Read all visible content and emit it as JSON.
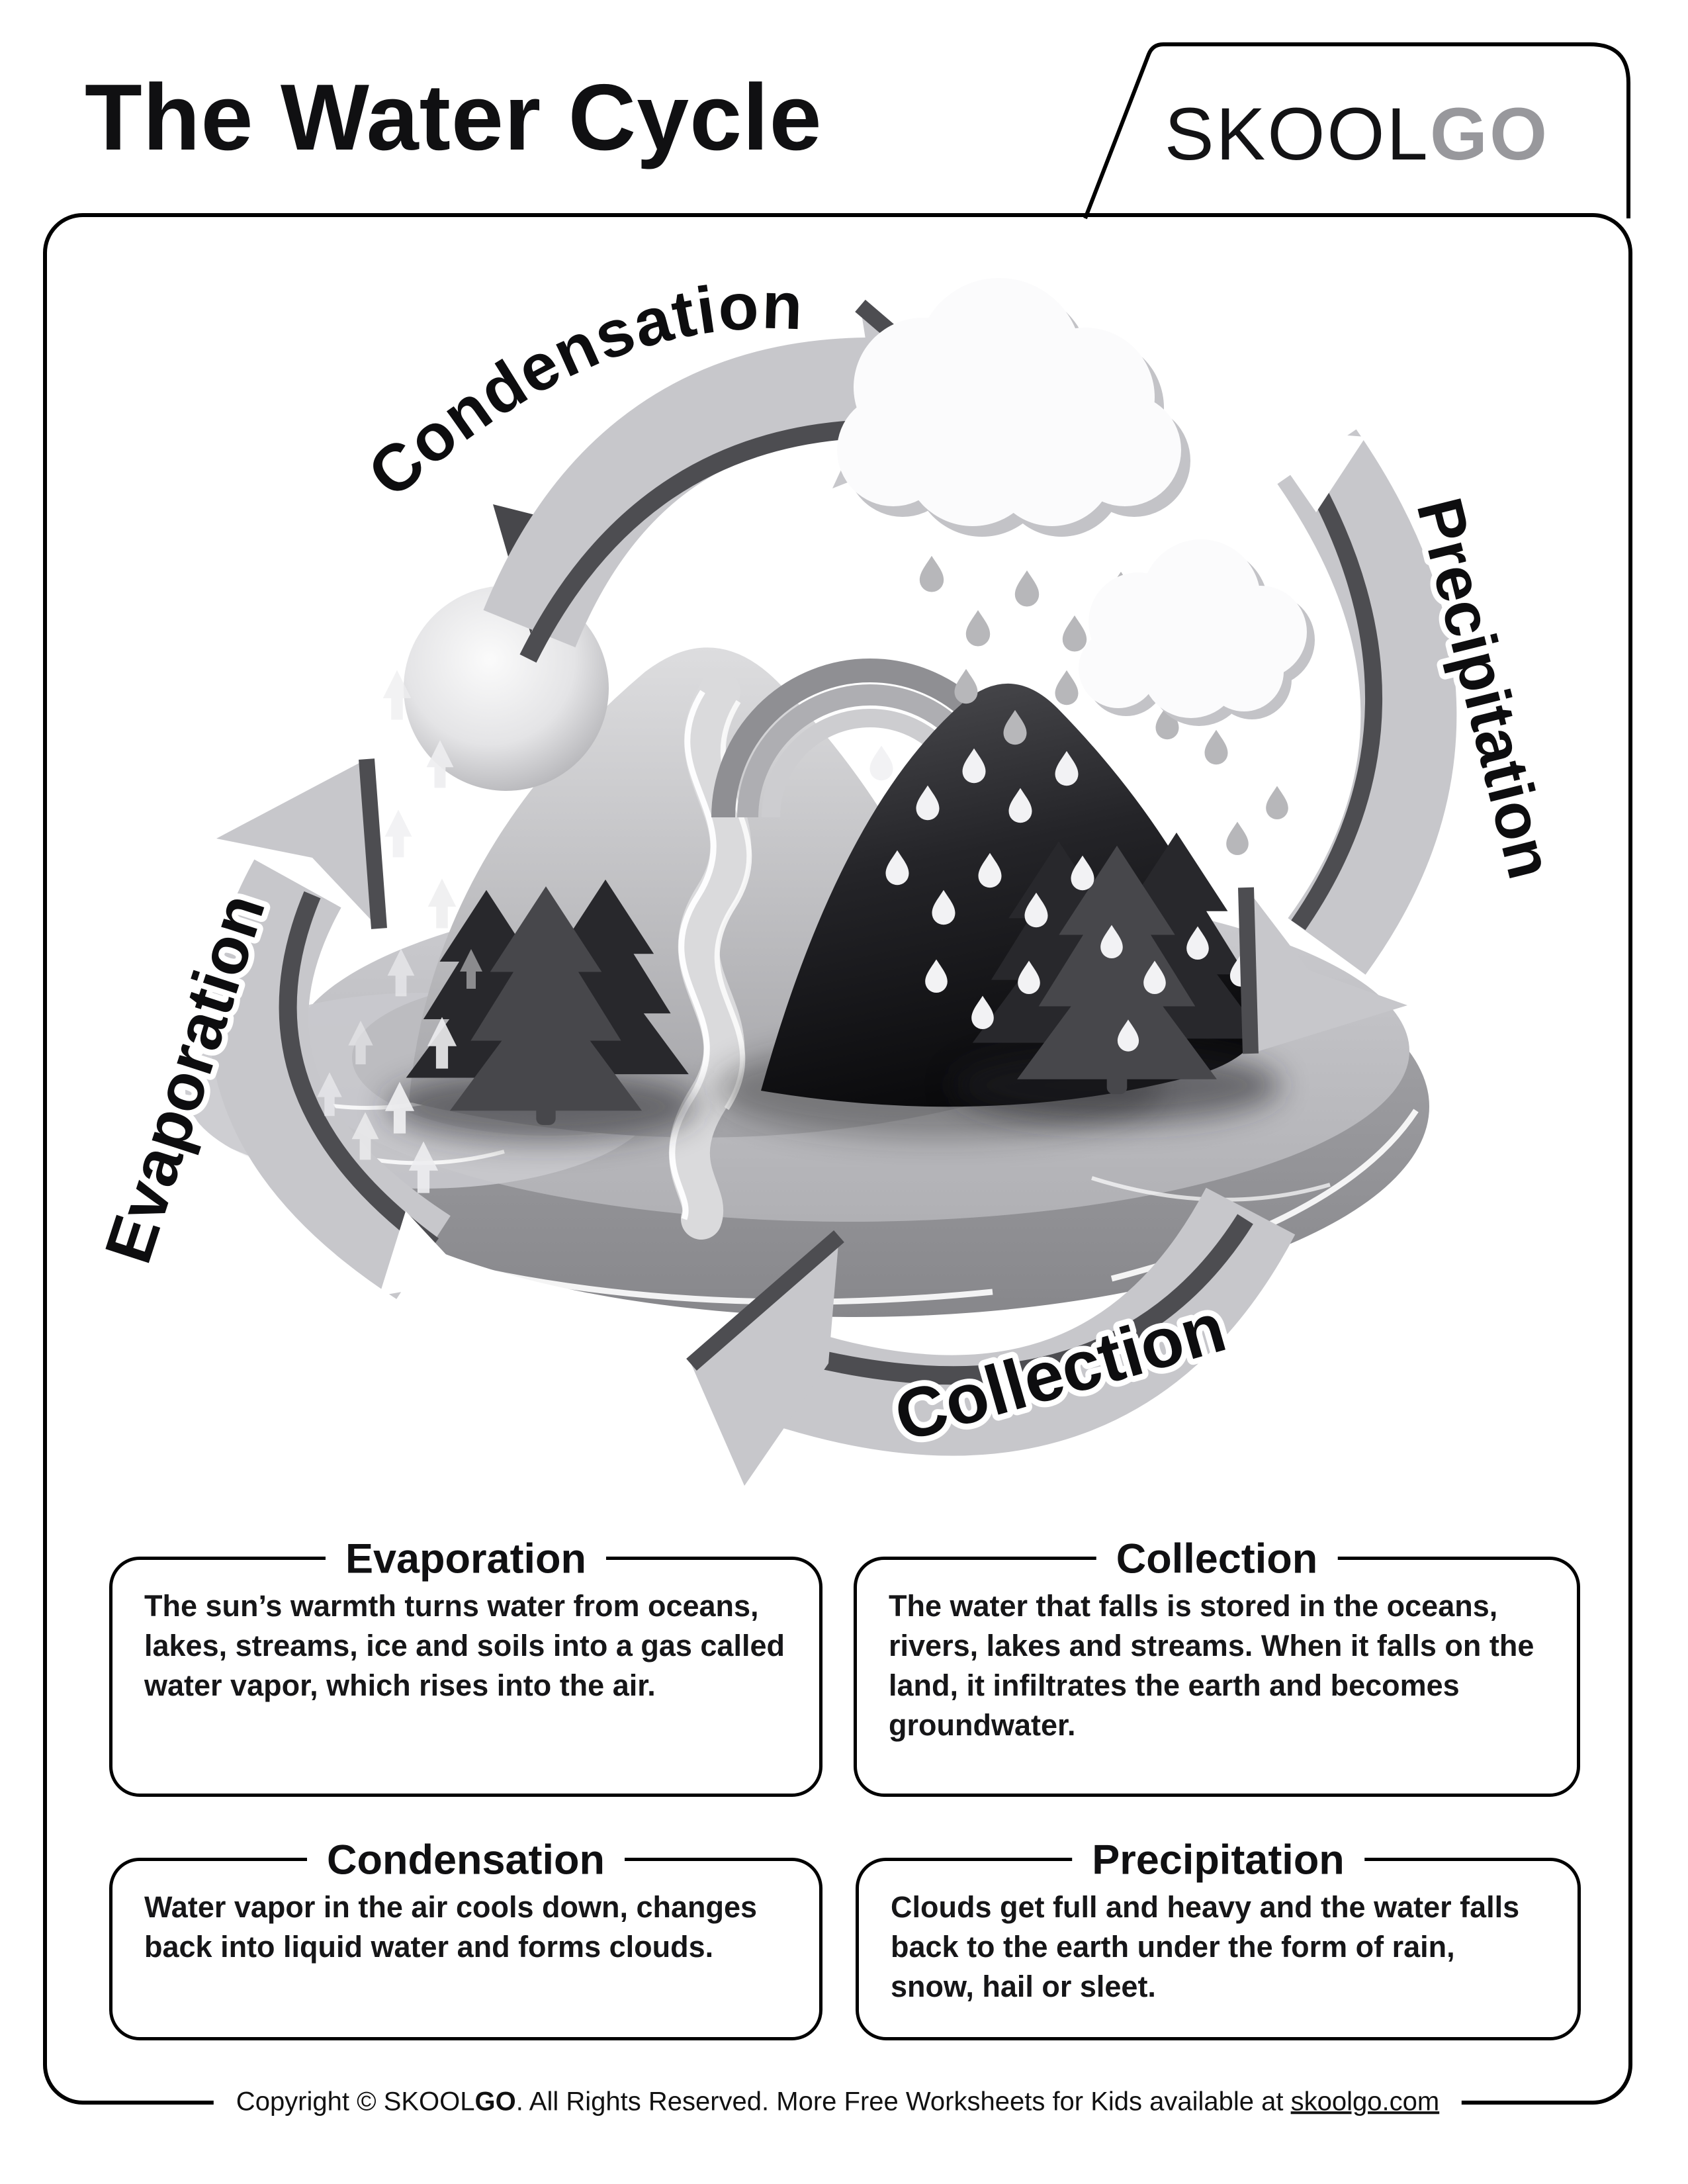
{
  "page": {
    "title": "The Water Cycle",
    "logo": {
      "part1": "SKOOL",
      "part2": "GO"
    },
    "footer": {
      "part1": "Copyright © SKOOL",
      "part2": "GO",
      "part3": ". All Rights Reserved. More Free Worksheets for Kids available at ",
      "link": "skoolgo.com"
    }
  },
  "diagram": {
    "labels": {
      "condensation": "Condensation",
      "precipitation": "Precipitation",
      "evaporation": "Evaporation",
      "collection": "Collection"
    }
  },
  "boxes": [
    {
      "title": "Evaporation",
      "body": "The sun’s warmth turns water from oceans, lakes, streams, ice and soils into a gas called water vapor, which rises into the air."
    },
    {
      "title": "Collection",
      "body": "The water that falls is stored in the oceans, rivers, lakes and streams. When it falls on the land, it infiltrates the earth and becomes groundwater."
    },
    {
      "title": "Condensation",
      "body": "Water vapor in the air cools down, changes back into liquid water and forms clouds."
    },
    {
      "title": "Precipitation",
      "body": "Clouds get full and heavy and the water falls back to the earth under the form of rain, snow, hail or sleet."
    }
  ],
  "colors": {
    "text": "#101012",
    "frame_border": "#000000",
    "logo_go_gray": "#98989c",
    "arrow_light": "#c7c7cb",
    "arrow_dark": "#4d4d51",
    "mountain_light": "#c2c2c6",
    "mountain_dark": "#1b1b1f",
    "island": "#b3b3b7",
    "tree_dark": "#28282c",
    "tree_mid": "#47474b",
    "label_halo": "#ffffff"
  }
}
